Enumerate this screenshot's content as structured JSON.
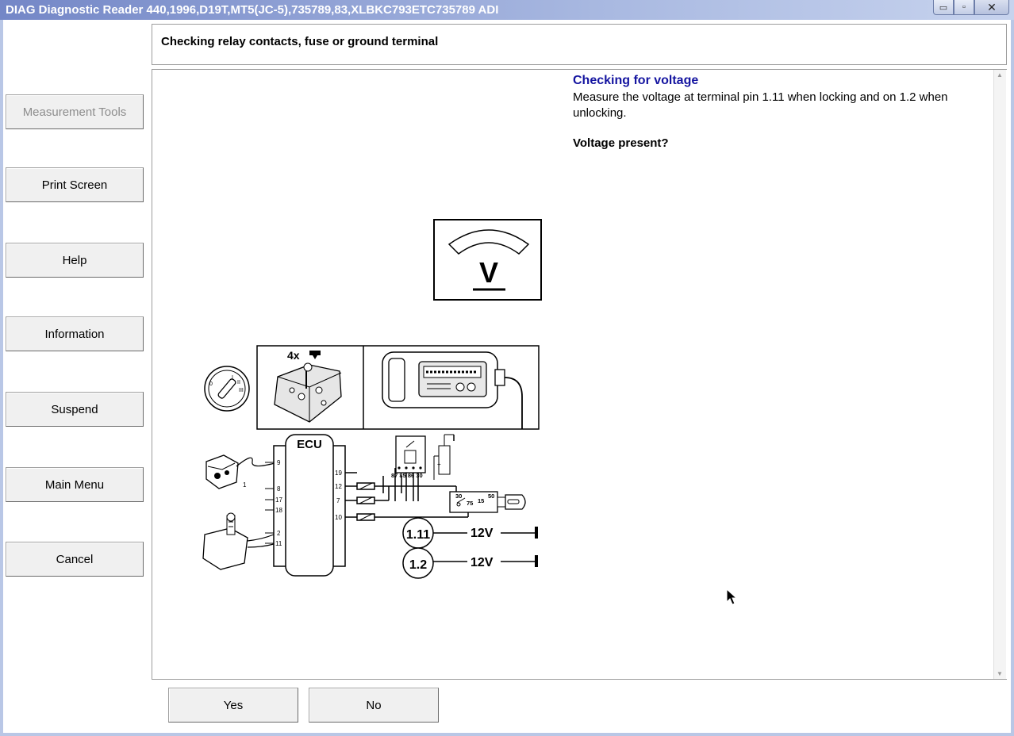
{
  "window": {
    "title": "DIAG Diagnostic Reader 440,1996,D19T,MT5(JC-5),735789,83,XLBKC793ETC735789 ADI",
    "minimize": "▭",
    "maximize": "▫",
    "close": "✕"
  },
  "sidebar": {
    "items": [
      {
        "label": "Measurement Tools",
        "enabled": false
      },
      {
        "label": "Print Screen",
        "enabled": true
      },
      {
        "label": "Help",
        "enabled": true
      },
      {
        "label": "Information",
        "enabled": true
      },
      {
        "label": "Suspend",
        "enabled": true
      },
      {
        "label": "Main Menu",
        "enabled": true
      },
      {
        "label": "Cancel",
        "enabled": true
      }
    ]
  },
  "header": {
    "title": "Checking relay contacts, fuse or ground terminal"
  },
  "content": {
    "heading": "Checking for voltage",
    "body": "Measure the voltage at terminal pin 1.11 when locking and on 1.2 when unlocking.",
    "question": "Voltage present?"
  },
  "diagram": {
    "meter_symbol": "V",
    "count_label": "4x",
    "ecu_label": "ECU",
    "ecu_pins_left": [
      "9",
      "8",
      "17",
      "18",
      "2",
      "11"
    ],
    "ecu_pins_right": [
      "19",
      "12",
      "7",
      "10"
    ],
    "relay_terminals": "87 85 86 30",
    "switch_terminals": [
      "30",
      "75",
      "15",
      "50"
    ],
    "measurements": [
      {
        "pin": "1.11",
        "voltage": "12V"
      },
      {
        "pin": "1.2",
        "voltage": "12V"
      }
    ],
    "key_marks": [
      "0",
      "I",
      "II",
      "III"
    ],
    "pin_one": "1"
  },
  "footer": {
    "yes_label": "Yes",
    "no_label": "No"
  },
  "colors": {
    "heading": "#1414a0",
    "titlebar": "#7487c7"
  }
}
